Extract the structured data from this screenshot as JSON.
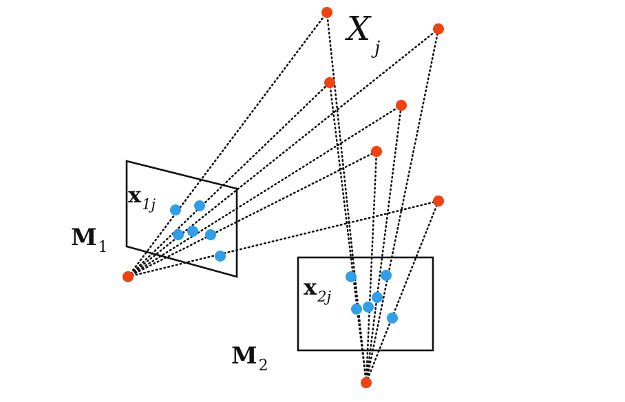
{
  "diagram": {
    "colors": {
      "point_3d": "#f2420f",
      "camera_center": "#f2420f",
      "image_point": "#2e9fe8",
      "lines": "#111111"
    },
    "labels": {
      "world_point": {
        "main": "X",
        "sub": "j"
      },
      "camera1": {
        "main": "M",
        "sub": "1"
      },
      "camera2": {
        "main": "M",
        "sub": "2"
      },
      "image_point_1": {
        "main": "x",
        "sub": "1j"
      },
      "image_point_2": {
        "main": "x",
        "sub": "2j"
      }
    },
    "counts": {
      "world_points": 6,
      "image_points_per_view": 6
    }
  }
}
